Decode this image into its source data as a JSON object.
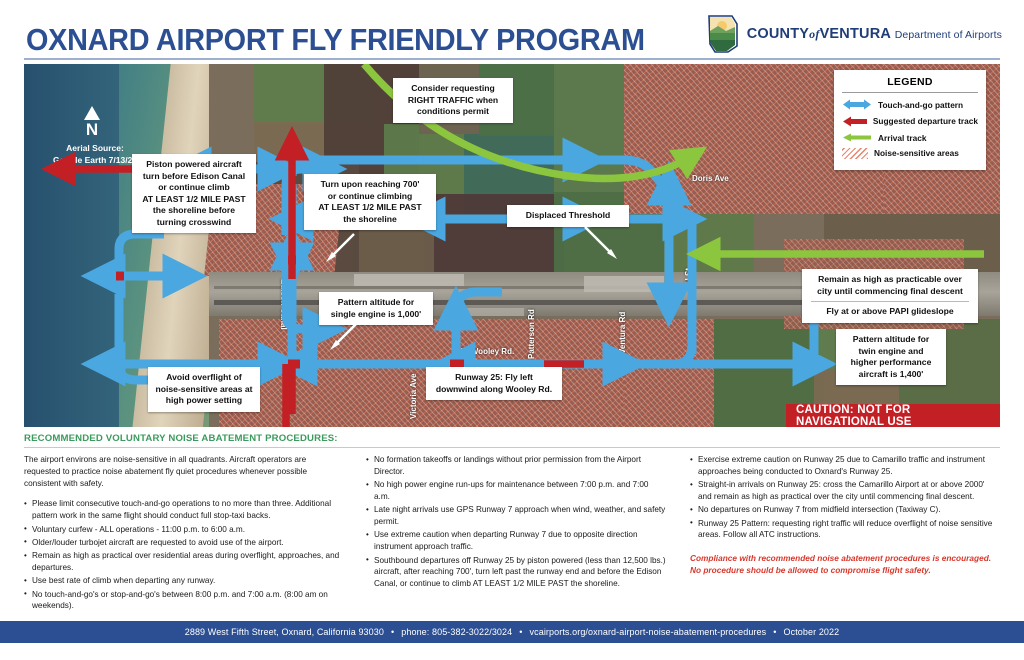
{
  "header": {
    "title": "OXNARD AIRPORT FLY FRIENDLY PROGRAM",
    "logo_line1_a": "COUNTY",
    "logo_line1_of": "of",
    "logo_line1_b": "VENTURA",
    "logo_line2": "Department of Airports"
  },
  "map": {
    "compass_label": "N",
    "aerial_source": "Aerial Source:\nGoogle Earth 7/13/21",
    "aerial_source_line1": "Aerial Source:",
    "aerial_source_line2": "Google Earth 7/13/21",
    "caution": "CAUTION: NOT FOR NAVIGATIONAL USE",
    "road_labels": [
      {
        "name": "Doris Ave",
        "orient": "horizontal"
      },
      {
        "name": "H St",
        "orient": "vertical"
      },
      {
        "name": "Ventura Rd",
        "orient": "vertical"
      },
      {
        "name": "Patterson Rd",
        "orient": "vertical"
      },
      {
        "name": "Victoria Ave",
        "orient": "vertical"
      },
      {
        "name": "Edison Canal",
        "orient": "vertical"
      },
      {
        "name": "W Wooley Rd.",
        "orient": "horizontal"
      }
    ],
    "callouts": [
      {
        "id": "piston",
        "lines": [
          "Piston powered aircraft",
          "turn before Edison Canal",
          "or continue climb",
          "AT LEAST 1/2 MILE PAST",
          "the shoreline before",
          "turning crosswind"
        ]
      },
      {
        "id": "right-traffic",
        "lines": [
          "Consider requesting",
          "RIGHT TRAFFIC when",
          "conditions permit"
        ]
      },
      {
        "id": "turn-700",
        "lines": [
          "Turn upon reaching 700'",
          "or continue climbing",
          "AT LEAST 1/2 MILE PAST",
          "the shoreline"
        ]
      },
      {
        "id": "displaced-threshold",
        "lines": [
          "Displaced Threshold"
        ]
      },
      {
        "id": "pattern-single",
        "lines": [
          "Pattern altitude for",
          "single engine is 1,000'"
        ]
      },
      {
        "id": "avoid-overflight",
        "lines": [
          "Avoid overflight of",
          "noise-sensitive areas at",
          "high power setting"
        ]
      },
      {
        "id": "runway25-downwind",
        "lines": [
          "Runway 25: Fly left",
          "downwind along Wooley Rd."
        ]
      },
      {
        "id": "remain-high",
        "lines": [
          "Remain as high as practicable over",
          "city until commencing final descent"
        ],
        "lines2": [
          "Fly at or above PAPI glideslope"
        ]
      },
      {
        "id": "pattern-twin",
        "lines": [
          "Pattern altitude for",
          "twin engine and",
          "higher performance",
          "aircraft is 1,400'"
        ]
      }
    ]
  },
  "legend": {
    "title": "LEGEND",
    "items": [
      {
        "label": "Touch-and-go pattern",
        "icon": "double-arrow-icon",
        "color": "#4aa7e0"
      },
      {
        "label": "Suggested departure track",
        "icon": "left-arrow-icon",
        "color": "#c32026"
      },
      {
        "label": "Arrival track",
        "icon": "left-arrow-icon",
        "color": "#8cc63f"
      },
      {
        "label": "Noise-sensitive areas",
        "icon": "hatch-swatch-icon",
        "color": "#e8836a"
      }
    ]
  },
  "procedures": {
    "title": "RECOMMENDED VOLUNTARY NOISE ABATEMENT PROCEDURES:",
    "intro": "The airport environs are noise-sensitive in all quadrants.  Aircraft operators are requested to practice noise abatement fly quiet procedures whenever possible consistent with safety.",
    "column1": [
      "Please limit consecutive touch-and-go operations to no more than three. Additional pattern work in the same flight should conduct full stop-taxi backs.",
      "Voluntary curfew - ALL operations - 11:00 p.m. to 6:00 a.m.",
      "Older/louder turbojet aircraft are requested to avoid use of the airport.",
      "Remain as high as practical over residential areas during overflight, approaches, and departures.",
      "Use best rate of climb when departing any runway.",
      "No touch-and-go's or stop-and-go's between 8:00 p.m. and 7:00 a.m. (8:00 am on weekends)."
    ],
    "column2": [
      "No formation takeoffs or landings without prior permission from the Airport Director.",
      "No high power engine run-ups for maintenance between 7:00 p.m. and 7:00 a.m.",
      "Late night arrivals use GPS Runway 7 approach when wind, weather, and safety permit.",
      "Use extreme caution when departing Runway 7 due to opposite direction instrument approach traffic.",
      "Southbound departures off Runway 25 by piston powered (less than 12,500 lbs.) aircraft, after reaching 700', turn left past the runway end and before the Edison Canal, or continue to climb AT LEAST 1/2 MILE PAST the shoreline."
    ],
    "column3": [
      "Exercise extreme caution on Runway 25 due to Camarillo traffic and instrument approaches being conducted to Oxnard's Runway 25.",
      "Straight-in arrivals on Runway 25: cross the Camarillo Airport at or above 2000' and remain as high as practical over the city until commencing final descent.",
      "No departures on Runway 7 from midfield intersection (Taxiway C).",
      "Runway 25 Pattern: requesting right traffic will reduce overflight of noise sensitive areas. Follow all ATC instructions."
    ],
    "warning": "Compliance with recommended noise abatement procedures is encouraged. No procedure should be allowed to compromise flight safety."
  },
  "footer": {
    "address": "2889 West Fifth Street,  Oxnard, California 93030",
    "phone": "phone: 805-382-3022/3024",
    "website": "vcairports.org/oxnard-airport-noise-abatement-procedures",
    "date": "October 2022",
    "separator": "•"
  },
  "colors": {
    "brand_blue": "#2b4f92",
    "touch_and_go": "#4aa7e0",
    "departure": "#c32026",
    "arrival": "#8cc63f",
    "noise_area": "#e8836a",
    "green_heading": "#3a9b5c",
    "red_warning": "#d9372b"
  }
}
